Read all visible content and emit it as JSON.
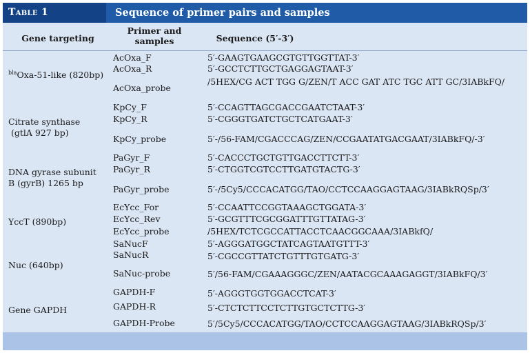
{
  "table": {
    "label": "Table 1",
    "title": "Sequence of  primer pairs and samples",
    "headers": {
      "gene": "Gene targeting",
      "primer": "Primer and samples",
      "sequence": "Sequence  (5′-3′)"
    },
    "genes": {
      "oxa_sup": "bla",
      "oxa": "Oxa-51-like (820bp)",
      "citrate_1": "Citrate synthase",
      "citrate_2": "(gtlA 927 bp)",
      "gyr_1": "DNA gyrase subunit",
      "gyr_2": "B (gyrB)  1265 bp",
      "ycct": "YccT (890bp)",
      "nuc": "Nuc (640bp)",
      "gapdh": "Gene GAPDH"
    },
    "rows": [
      {
        "primer": "AcOxa_F",
        "sequence": "5′-GAAGTGAAGCGTGTTGGTTAT-3′"
      },
      {
        "primer": "AcOxa_R",
        "sequence": "5′-GCCTCTTGCTGAGGAGTAAT-3′"
      },
      {
        "primer": "AcOxa_probe",
        "sequence": "/5HEX/CG  ACT  TGG  G/ZEN/T  ACC  GAT  ATC  TGC  ATT GC/3IABkFQ/"
      },
      {
        "primer": "KpCy_F",
        "sequence": "5′-CCAGTTAGCGACCGAATCTAAT-3′"
      },
      {
        "primer": "KpCy_R",
        "sequence": "5′-CGGGTGATCTGCTCATGAAT-3′"
      },
      {
        "primer": "KpCy_probe",
        "sequence": "5′-/56-FAM/CGACCCAG/ZEN/CCGAATATGACGAAT/3IABkFQ/-3′"
      },
      {
        "primer": "PaGyr_F",
        "sequence": "5′-CACCCTGCTGTTGACCTTCTT-3′"
      },
      {
        "primer": "PaGyr_R",
        "sequence": "5′-CTGGTCGTCCTTGATGTACTG-3′"
      },
      {
        "primer": "PaGyr_probe",
        "sequence": "5′-/5Cy5/CCCACATGG/TAO/CCTCCAAGGAGTAAG/3IABkRQSp/3′"
      },
      {
        "primer": "EcYcc_For",
        "sequence": "5′-CCAATTCCGGTAAAGCTGGATA-3′"
      },
      {
        "primer": "EcYcc_Rev",
        "sequence": "5′-GCGTTTCGCGGATTTGTTATAG-3′"
      },
      {
        "primer": "EcYcc_probe",
        "sequence": "/5HEX/TCTCGCCATTACCTCAACGGCAAA/3IABkfQ/"
      },
      {
        "primer": "SaNucF",
        "sequence": "5′-AGGGATGGCTATCAGTAATGTTT-3′"
      },
      {
        "primer": "SaNucR",
        "sequence": "5′-CGCCGTTATCTGTTTGTGATG-3′"
      },
      {
        "primer": "SaNuc-probe",
        "sequence": "5′/56-FAM/CGAAAGGGC/ZEN/AATACGCAAAGAGGT/3IABkFQ/3′"
      },
      {
        "primer": "GAPDH-F",
        "sequence": "5′-AGGGTGGTGGACCTCAT-3′"
      },
      {
        "primer": "GAPDH-R",
        "sequence": "5′-CTCTCTTCCTCTTGTGCTCTTG-3′"
      },
      {
        "primer": "GAPDH-Probe",
        "sequence": "5′/5Cy5/CCCACATGG/TAO/CCTCCAAGGAGTAAG/3IABkRQSp/3′"
      }
    ]
  }
}
